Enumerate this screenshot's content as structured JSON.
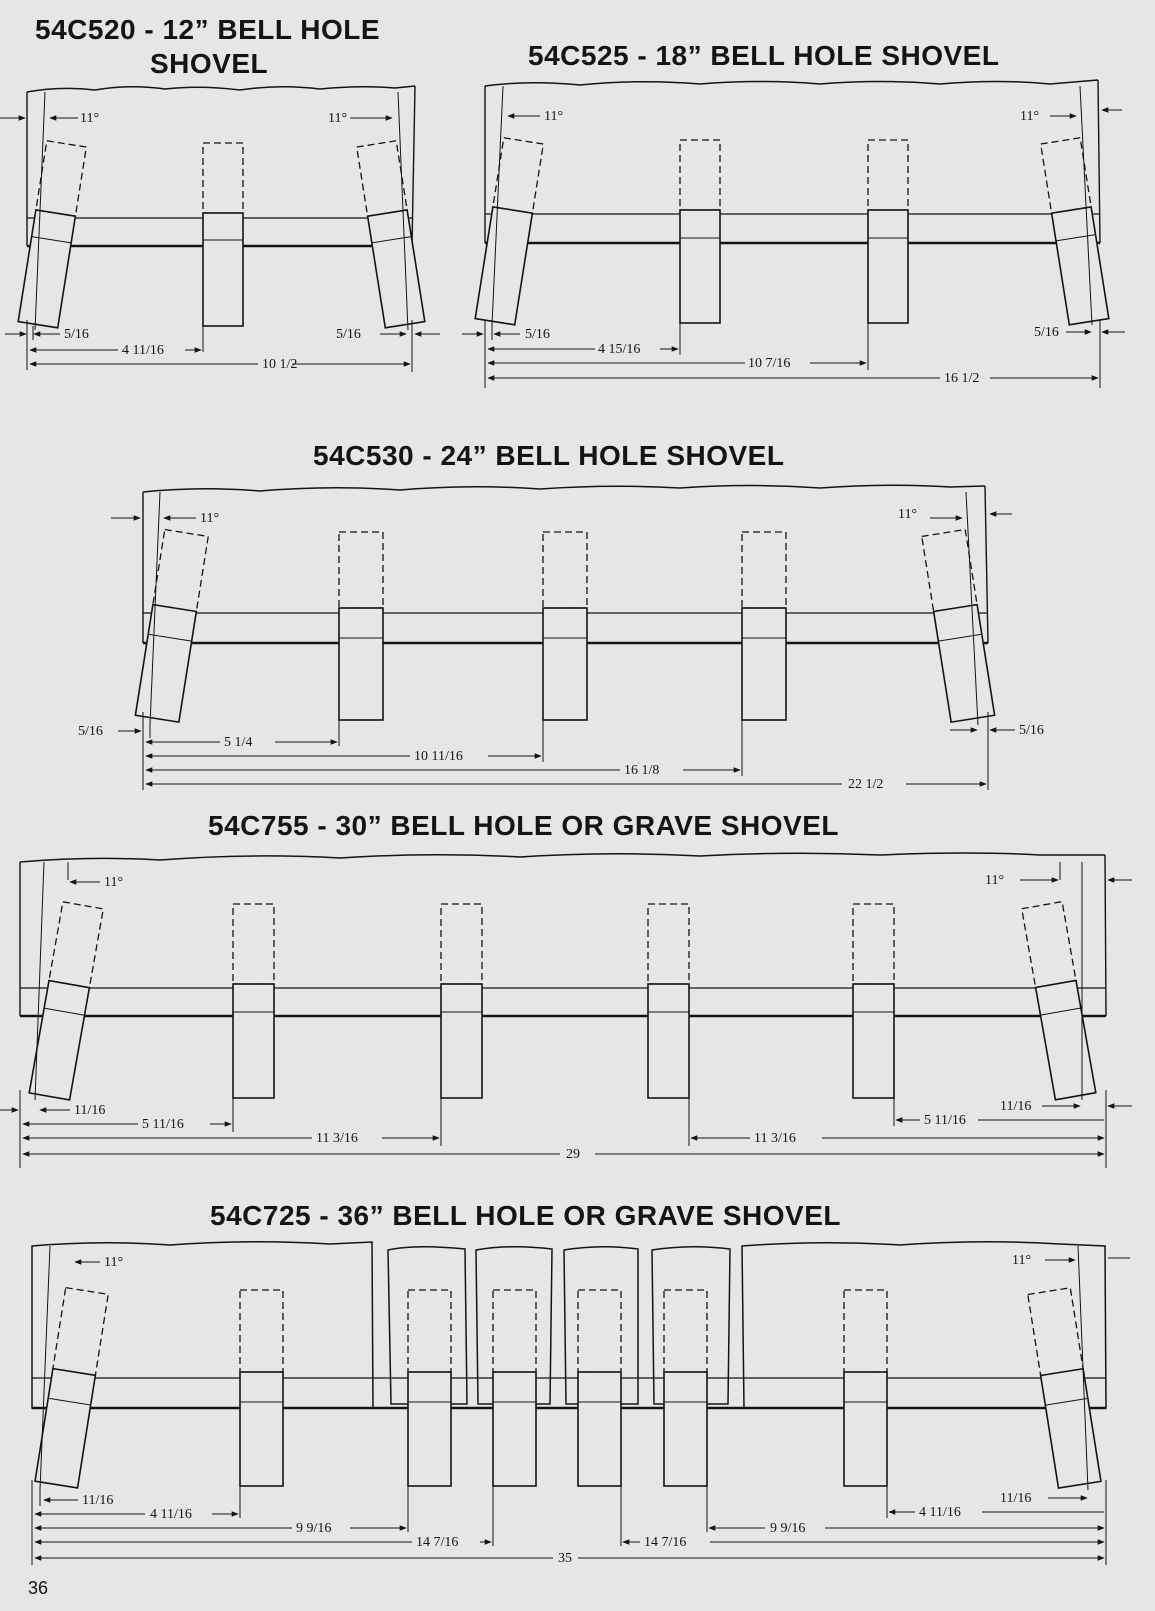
{
  "page_number": "36",
  "colors": {
    "paper": "#e6e6e4",
    "ink": "#141414"
  },
  "titles": {
    "s1_line1": "54C520 - 12” BELL HOLE",
    "s1_line2": "SHOVEL",
    "s2": "54C525 - 18” BELL HOLE SHOVEL",
    "s3": "54C530 - 24” BELL HOLE SHOVEL",
    "s4": "54C755 - 30” BELL HOLE OR GRAVE SHOVEL",
    "s5": "54C725 - 36” BELL HOLE OR GRAVE SHOVEL"
  },
  "labels": {
    "angle": "11°",
    "s1": {
      "gap_left": "5/16",
      "gap_right": "5/16",
      "d1": "4 11/16",
      "d2": "10 1/2"
    },
    "s2": {
      "gap_left": "5/16",
      "gap_right": "5/16",
      "d1": "4 15/16",
      "d2": "10 7/16",
      "d3": "16 1/2"
    },
    "s3": {
      "gap_left": "5/16",
      "gap_right": "5/16",
      "d1": "5 1/4",
      "d2": "10 11/16",
      "d3": "16 1/8",
      "d4": "22 1/2"
    },
    "s4": {
      "gap_left": "11/16",
      "gap_right": "11/16",
      "d1": "5 11/16",
      "d2": "11 3/16",
      "d3": "11 3/16",
      "d4": "5 11/16",
      "d5": "29"
    },
    "s5": {
      "gap_left": "11/16",
      "gap_right": "11/16",
      "d1": "4 11/16",
      "d2": "9 9/16",
      "d3": "14 7/16",
      "d4": "14 7/16",
      "d5": "9 9/16",
      "d6": "4 11/16",
      "d7": "35"
    }
  }
}
